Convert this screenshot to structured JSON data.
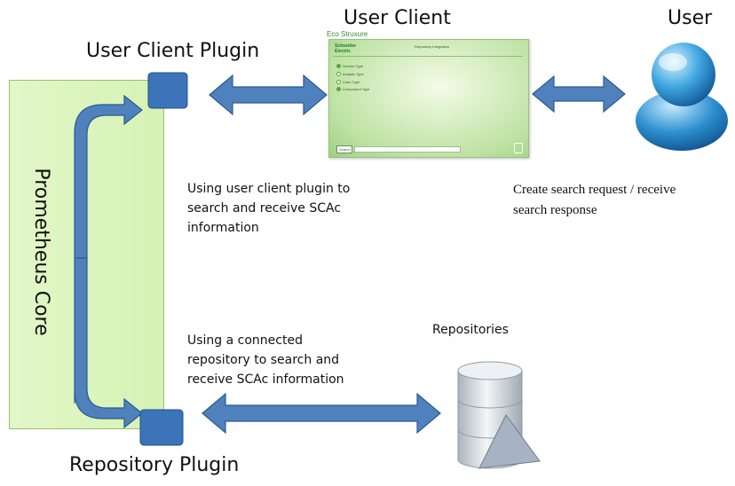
{
  "labels": {
    "user_client": "User Client",
    "user": "User",
    "user_client_plugin": "User Client Plugin",
    "prometheus_core": "Prometheus Core",
    "repository_plugin": "Repository Plugin",
    "repositories": "Repositories",
    "plugin_note": "Using user client plugin to search and receive SCAc information",
    "request_note": "Create search request / receive search response",
    "repository_note": "Using  a connected repository to search and receive SCAc information"
  },
  "client_window": {
    "logo": "Eco Struxure",
    "brand": "Schneider Electric",
    "title": "Repository Integration",
    "menu": [
      "Service Type",
      "Analytic Type",
      "Cube Type",
      "Component Type"
    ],
    "search_button": "Search"
  },
  "colors": {
    "arrow_fill": "#4f81bd",
    "arrow_stroke": "#2c5a8f",
    "core_fill": "#d9f4bd",
    "plugin_fill": "#3b74b8"
  }
}
